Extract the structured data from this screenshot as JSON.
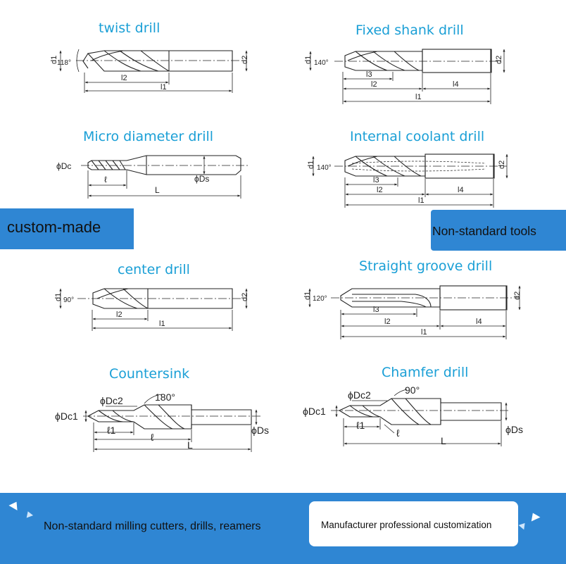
{
  "drills": {
    "twist": {
      "title": "twist drill",
      "angle": "118°",
      "dims": [
        "d1",
        "d2",
        "l2",
        "l1"
      ]
    },
    "fixed_shank": {
      "title": "Fixed shank drill",
      "angle": "140°",
      "dims": [
        "d1",
        "d2",
        "l3",
        "l2",
        "l4",
        "l1"
      ]
    },
    "micro": {
      "title": "Micro diameter drill",
      "dims": [
        "ϕDc",
        "ϕDs",
        "ℓ",
        "L"
      ]
    },
    "internal_coolant": {
      "title": "Internal coolant drill",
      "angle": "140°",
      "dims": [
        "d1",
        "d2",
        "l3",
        "l2",
        "l4",
        "l1"
      ]
    },
    "center": {
      "title": "center drill",
      "angle": "90°",
      "dims": [
        "d1",
        "d2",
        "l2",
        "l1"
      ]
    },
    "straight_groove": {
      "title": "Straight groove drill",
      "angle": "120°",
      "dims": [
        "d1",
        "d2",
        "l3",
        "l2",
        "l4",
        "l1"
      ]
    },
    "countersink": {
      "title": "Countersink",
      "angle": "180°",
      "dims": [
        "ϕDc2",
        "ϕDc1",
        "ℓ1",
        "ℓ",
        "L",
        "ϕDs"
      ]
    },
    "chamfer": {
      "title": "Chamfer drill",
      "angle": "90°",
      "dims": [
        "ϕDc2",
        "ϕDc1",
        "ℓ1",
        "ℓ",
        "L",
        "ϕDs"
      ]
    }
  },
  "banners": {
    "left": "custom-made",
    "right": "Non-standard tools"
  },
  "footer": {
    "left_text": "Non-standard milling cutters, drills, reamers",
    "card_text": "Manufacturer professional customization"
  },
  "colors": {
    "title_blue": "#1a9fd6",
    "banner_blue": "#2f86d3"
  }
}
